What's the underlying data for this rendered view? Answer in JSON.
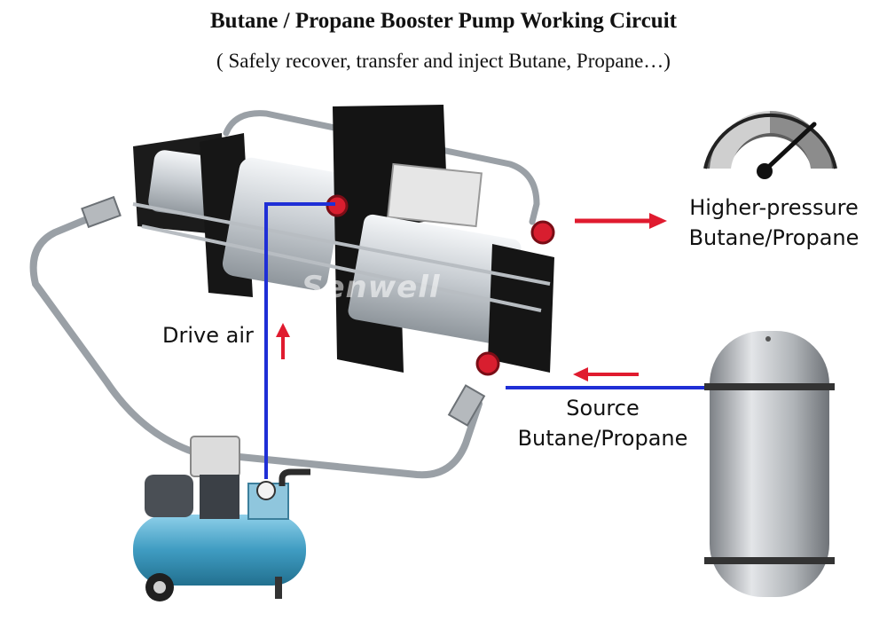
{
  "header": {
    "title": "Butane / Propane Booster Pump Working Circuit",
    "subtitle": "( Safely recover, transfer and inject Butane, Propane…)"
  },
  "labels": {
    "output_line1": "Higher-pressure",
    "output_line2": "Butane/Propane",
    "source_line1": "Source",
    "source_line2": "Butane/Propane",
    "drive_air": "Drive air",
    "watermark": "Senwell"
  },
  "colors": {
    "drive_air_line": "#1f2fd6",
    "source_line": "#1f2fd6",
    "flow_arrow": "#e01b2f",
    "gauge_dark": "#555555",
    "compressor_tank": "#4aa6c8",
    "cylinder_tank": "#b9bcc0"
  }
}
